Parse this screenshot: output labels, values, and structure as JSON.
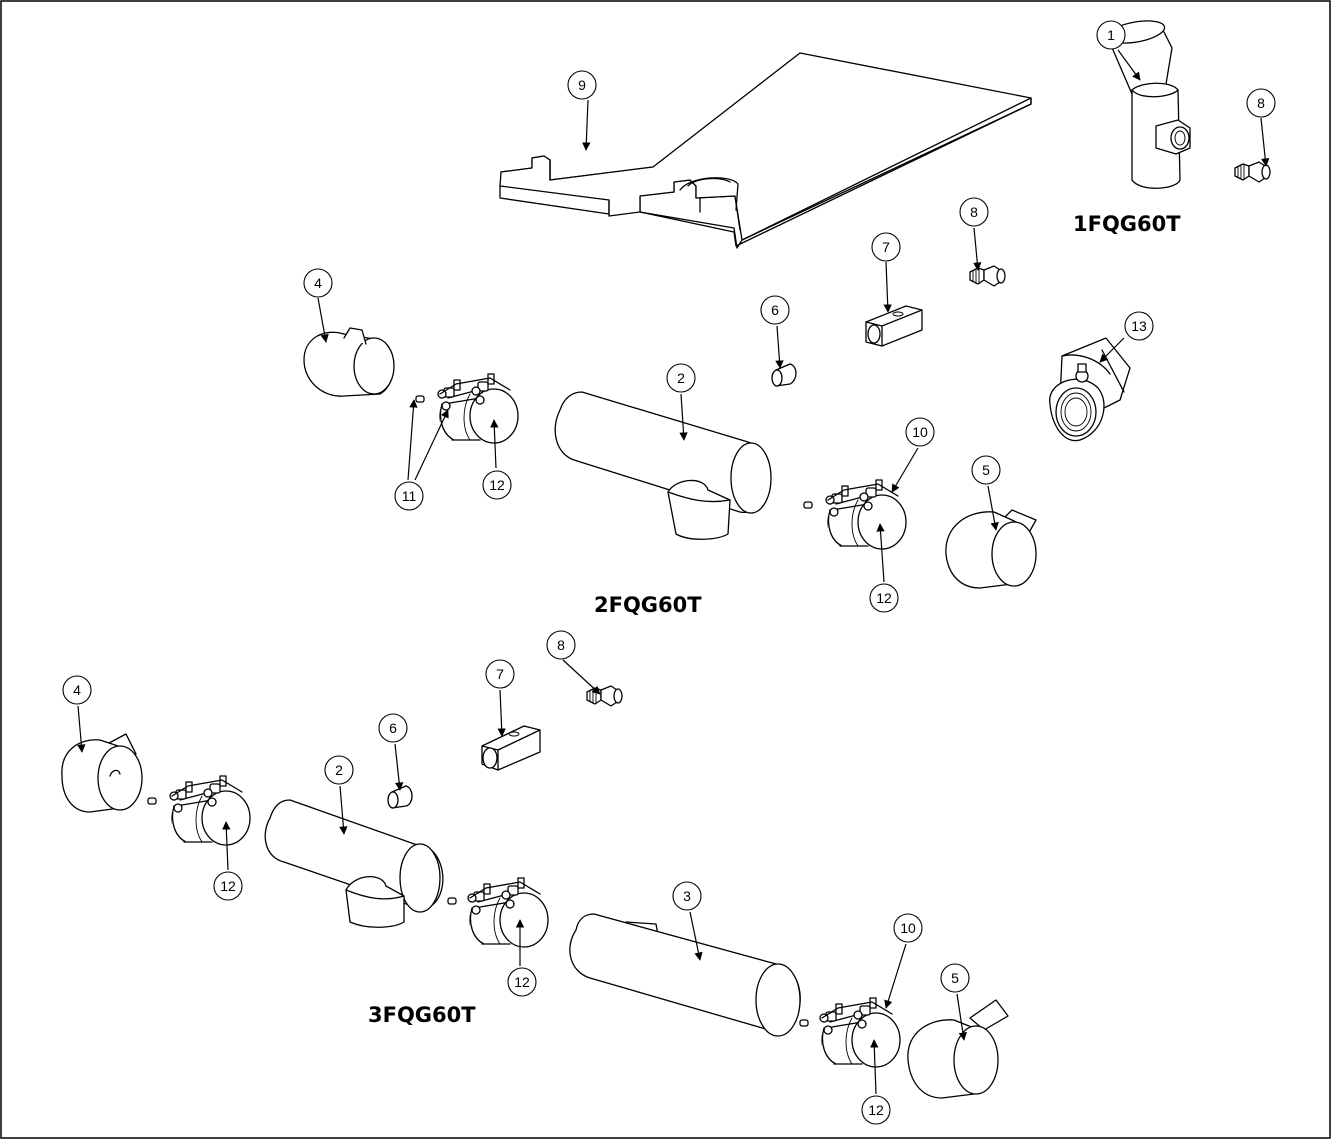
{
  "models": {
    "one": "1FQG60T",
    "two": "2FQG60T",
    "three": "3FQG60T"
  },
  "callouts": {
    "c1": "1",
    "c2": "2",
    "c3": "3",
    "c4": "4",
    "c5": "5",
    "c6": "6",
    "c7": "7",
    "c8": "8",
    "c9": "9",
    "c10": "10",
    "c11": "11",
    "c12": "12",
    "c13": "13"
  }
}
